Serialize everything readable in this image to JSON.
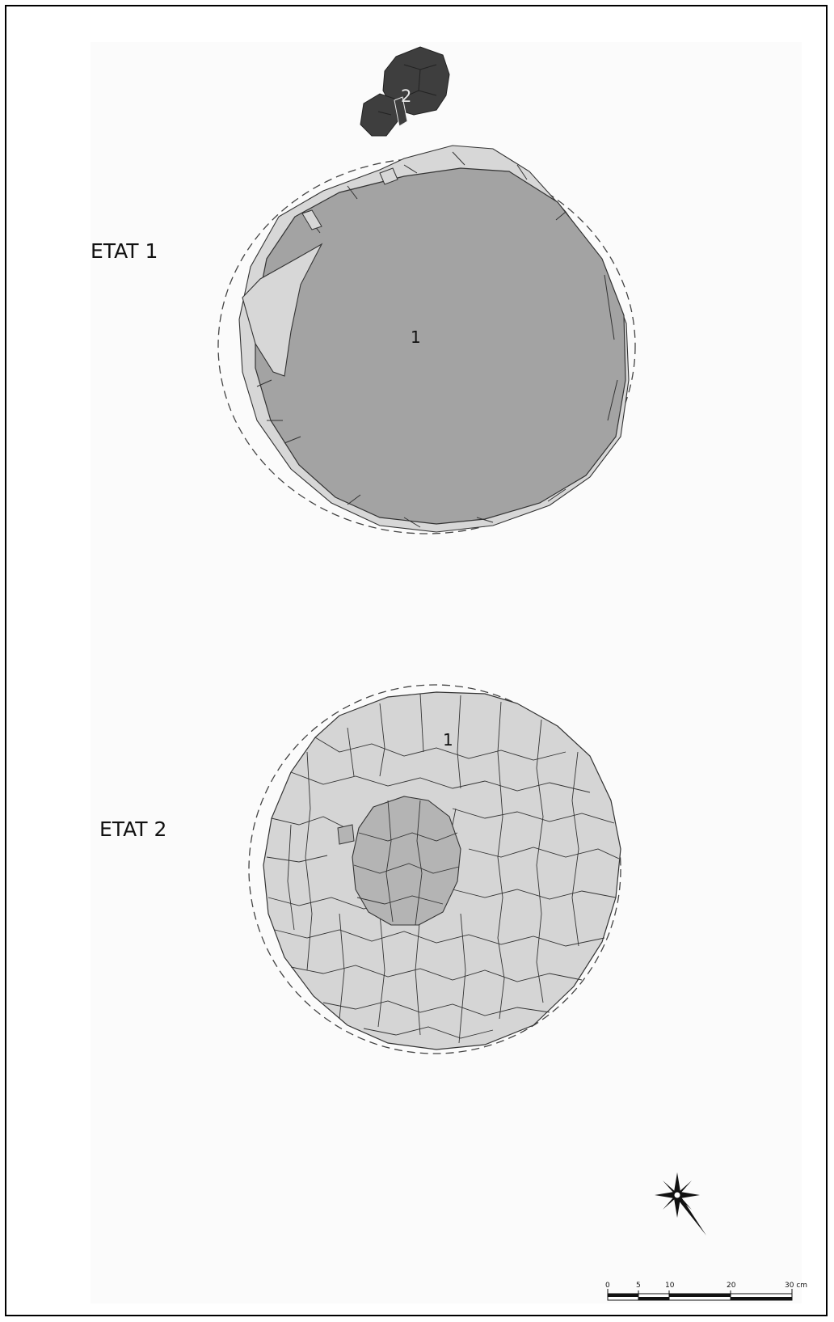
{
  "states": [
    {
      "label": "ETAT 1",
      "stone_labels": [
        "1",
        "2"
      ]
    },
    {
      "label": "ETAT 2",
      "stone_labels": [
        "1"
      ]
    }
  ],
  "scale_bar": {
    "ticks": [
      "0",
      "5",
      "10",
      "20",
      "30 cm"
    ]
  },
  "colors": {
    "paper": "#fbfbfb",
    "slab_fill": "#a3a3a3",
    "stone_light": "#d5d5d5",
    "stone_mid": "#b4b4b4",
    "stone_dark": "#3e3e3e",
    "outline": "#333333"
  },
  "icons": [
    "north-arrow-icon",
    "scale-bar"
  ]
}
